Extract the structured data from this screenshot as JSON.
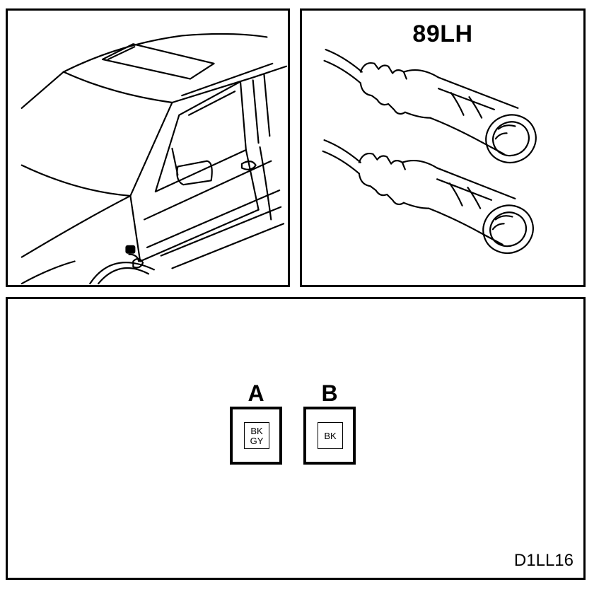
{
  "connector": {
    "label": "89LH"
  },
  "cavities": [
    {
      "letter": "A",
      "wire_colors": [
        "BK",
        "GY"
      ]
    },
    {
      "letter": "B",
      "wire_colors": [
        "BK"
      ]
    }
  ],
  "diagram_code": "D1LL16"
}
